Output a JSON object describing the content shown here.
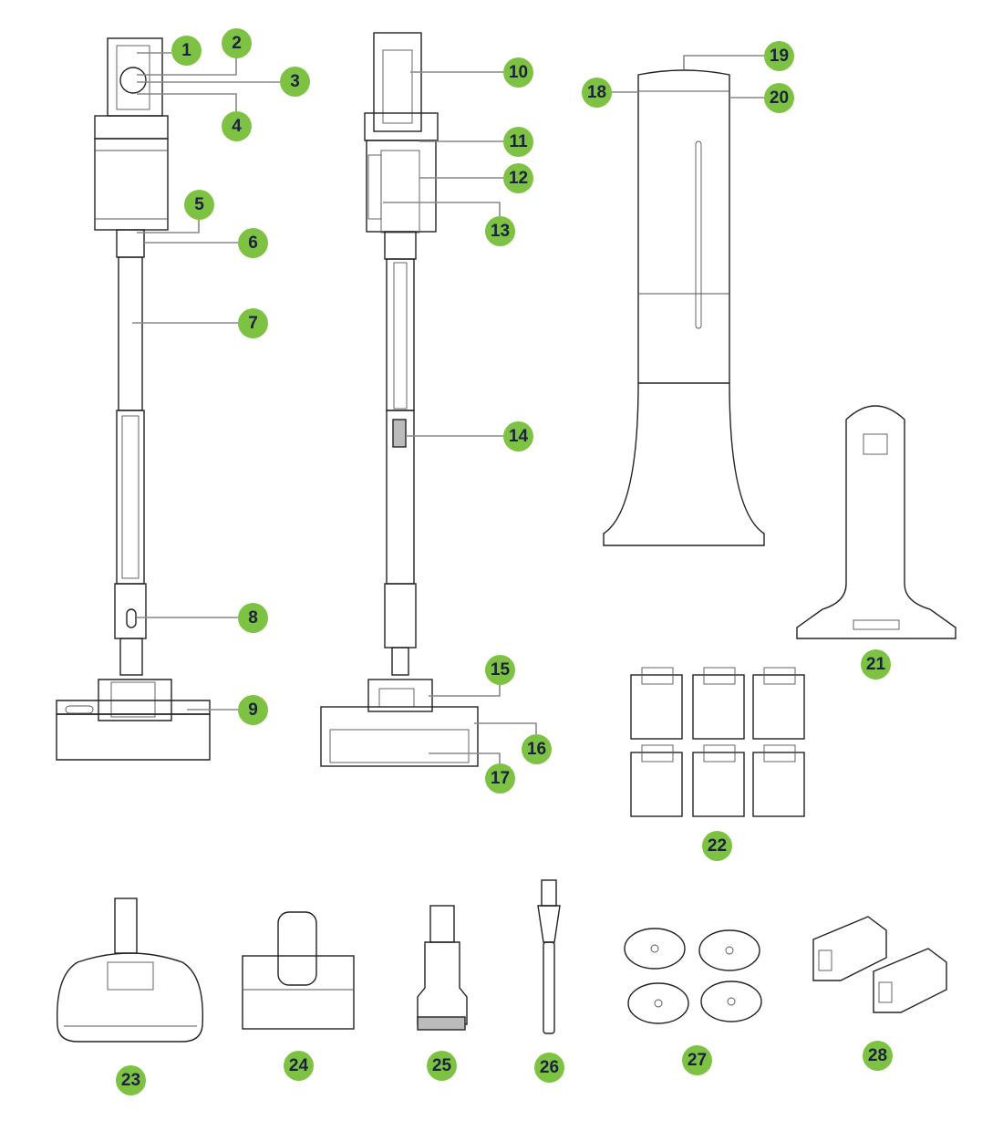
{
  "diagram": {
    "title": "Parts diagram",
    "callouts": [
      "1",
      "2",
      "3",
      "4",
      "5",
      "6",
      "7",
      "8",
      "9",
      "10",
      "11",
      "12",
      "13",
      "14",
      "15",
      "16",
      "17",
      "18",
      "19",
      "20",
      "21",
      "22",
      "23",
      "24",
      "25",
      "26",
      "27",
      "28"
    ],
    "colors": {
      "badge": "#7dc242",
      "badge_text": "#1b2140",
      "lines": "#222222",
      "leaders": "#888888"
    }
  }
}
